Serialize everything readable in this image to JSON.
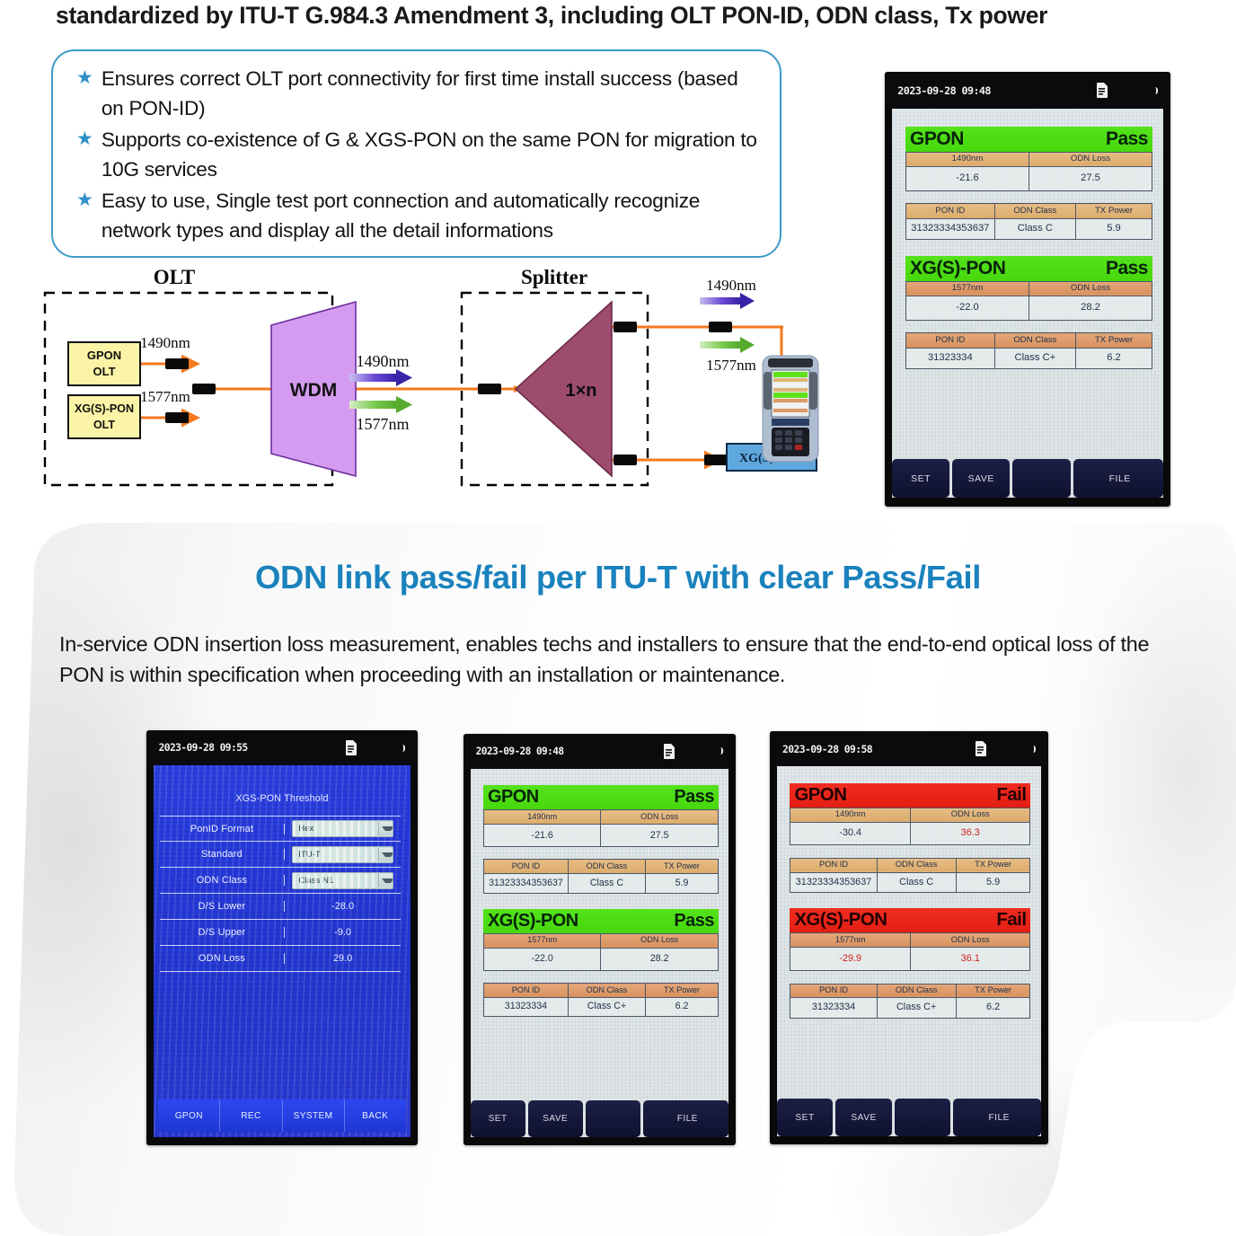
{
  "headline": "standardized by ITU-T G.984.3 Amendment 3, including OLT PON-ID, ODN class, Tx power",
  "bullets": [
    "Ensures correct OLT port connectivity for first time install success (based on PON-ID)",
    "Supports co-existence of G & XGS-PON on the same PON for migration to 10G services",
    "Easy to use, Single test port connection and automatically recognize network types and display all the detail informations"
  ],
  "diagram": {
    "olt_label": "OLT",
    "splitter_label": "Splitter",
    "gpon_olt": "GPON OLT",
    "gpon_olt_l1": "GPON",
    "gpon_olt_l2": "OLT",
    "xgs_olt_l1": "XG(S)-PON",
    "xgs_olt_l2": "OLT",
    "wdm": "WDM",
    "splitter_ratio": "1×n",
    "ont": "XG(S) ONT",
    "wl_1490": "1490nm",
    "wl_1577": "1577nm",
    "colors": {
      "wdm_fill": "#d49bf0",
      "splitter_fill": "#9e4c6e",
      "olt_box_fill": "#fbf4a6",
      "ont_box_fill": "#5fa8dd",
      "fiber": "#f4791f",
      "arrow_1490": "#4a2bbf",
      "arrow_1577": "#6cc24a"
    }
  },
  "section": {
    "title": "ODN link pass/fail per ITU-T with clear Pass/Fail",
    "body": "In-service ODN insertion loss measurement, enables techs and installers to ensure that the end-to-end optical loss of the PON is within specification when proceeding with an installation or maintenance.",
    "title_color": "#1a82bd"
  },
  "device_top": {
    "statusbar": {
      "datetime": "2023-09-28 09:48",
      "sd_icon": "sd-card-icon",
      "battery_icon": "battery-icon"
    },
    "blocks": [
      {
        "name": "GPON",
        "status": "Pass",
        "status_kind": "pass",
        "headers_row1": [
          "1490nm",
          "ODN Loss"
        ],
        "values_row1": [
          "-21.6",
          "27.5"
        ],
        "headers_row2": [
          "PON ID",
          "ODN Class",
          "TX Power"
        ],
        "values_row2": [
          "31323334353637",
          "Class C",
          "5.9"
        ]
      },
      {
        "name": "XG(S)-PON",
        "status": "Pass",
        "status_kind": "pass",
        "headers_row1": [
          "1577nm",
          "ODN Loss"
        ],
        "values_row1": [
          "-22.0",
          "28.2"
        ],
        "headers_row2": [
          "PON ID",
          "ODN Class",
          "TX Power"
        ],
        "values_row2": [
          "31323334",
          "Class C+",
          "6.2"
        ]
      }
    ],
    "funcbar": [
      "SET",
      "SAVE",
      "",
      "FILE"
    ]
  },
  "device_b1": {
    "statusbar": {
      "datetime": "2023-09-28 09:55",
      "sd_icon": "sd-card-icon",
      "battery_icon": "battery-icon"
    },
    "title": "XGS-PON Threshold",
    "rows": [
      {
        "label": "PonID Format",
        "value": "Hex",
        "type": "select"
      },
      {
        "label": "Standard",
        "value": "ITU-T",
        "type": "select"
      },
      {
        "label": "ODN Class",
        "value": "Class N1",
        "type": "select"
      },
      {
        "label": "D/S Lower",
        "value": "-28.0",
        "type": "text"
      },
      {
        "label": "D/S Upper",
        "value": "-9.0",
        "type": "text"
      },
      {
        "label": "ODN Loss",
        "value": "29.0",
        "type": "text"
      }
    ],
    "funcbar": [
      "GPON",
      "REC",
      "SYSTEM",
      "BACK"
    ]
  },
  "device_b2": {
    "statusbar": {
      "datetime": "2023-09-28 09:48",
      "sd_icon": "sd-card-icon",
      "battery_icon": "battery-icon"
    },
    "blocks": [
      {
        "name": "GPON",
        "status": "Pass",
        "status_kind": "pass",
        "headers_row1": [
          "1490nm",
          "ODN Loss"
        ],
        "values_row1": [
          "-21.6",
          "27.5"
        ],
        "headers_row2": [
          "PON ID",
          "ODN Class",
          "TX Power"
        ],
        "values_row2": [
          "31323334353637",
          "Class C",
          "5.9"
        ]
      },
      {
        "name": "XG(S)-PON",
        "status": "Pass",
        "status_kind": "pass",
        "headers_row1": [
          "1577nm",
          "ODN Loss"
        ],
        "values_row1": [
          "-22.0",
          "28.2"
        ],
        "headers_row2": [
          "PON ID",
          "ODN Class",
          "TX Power"
        ],
        "values_row2": [
          "31323334",
          "Class C+",
          "6.2"
        ]
      }
    ],
    "funcbar": [
      "SET",
      "SAVE",
      "",
      "FILE"
    ]
  },
  "device_b3": {
    "statusbar": {
      "datetime": "2023-09-28 09:58",
      "sd_icon": "sd-card-icon",
      "battery_icon": "battery-icon"
    },
    "blocks": [
      {
        "name": "GPON",
        "status": "Fail",
        "status_kind": "fail",
        "headers_row1": [
          "1490nm",
          "ODN Loss"
        ],
        "values_row1": [
          "-30.4",
          "36.3"
        ],
        "values_row1_red": [
          false,
          true
        ],
        "headers_row2": [
          "PON ID",
          "ODN Class",
          "TX Power"
        ],
        "values_row2": [
          "31323334353637",
          "Class C",
          "5.9"
        ]
      },
      {
        "name": "XG(S)-PON",
        "status": "Fail",
        "status_kind": "fail",
        "headers_row1": [
          "1577nm",
          "ODN Loss"
        ],
        "values_row1": [
          "-29.9",
          "36.1"
        ],
        "values_row1_red": [
          true,
          true
        ],
        "headers_row2": [
          "PON ID",
          "ODN Class",
          "TX Power"
        ],
        "values_row2": [
          "31323334",
          "Class C+",
          "6.2"
        ]
      }
    ],
    "funcbar": [
      "SET",
      "SAVE",
      "",
      "FILE"
    ]
  }
}
